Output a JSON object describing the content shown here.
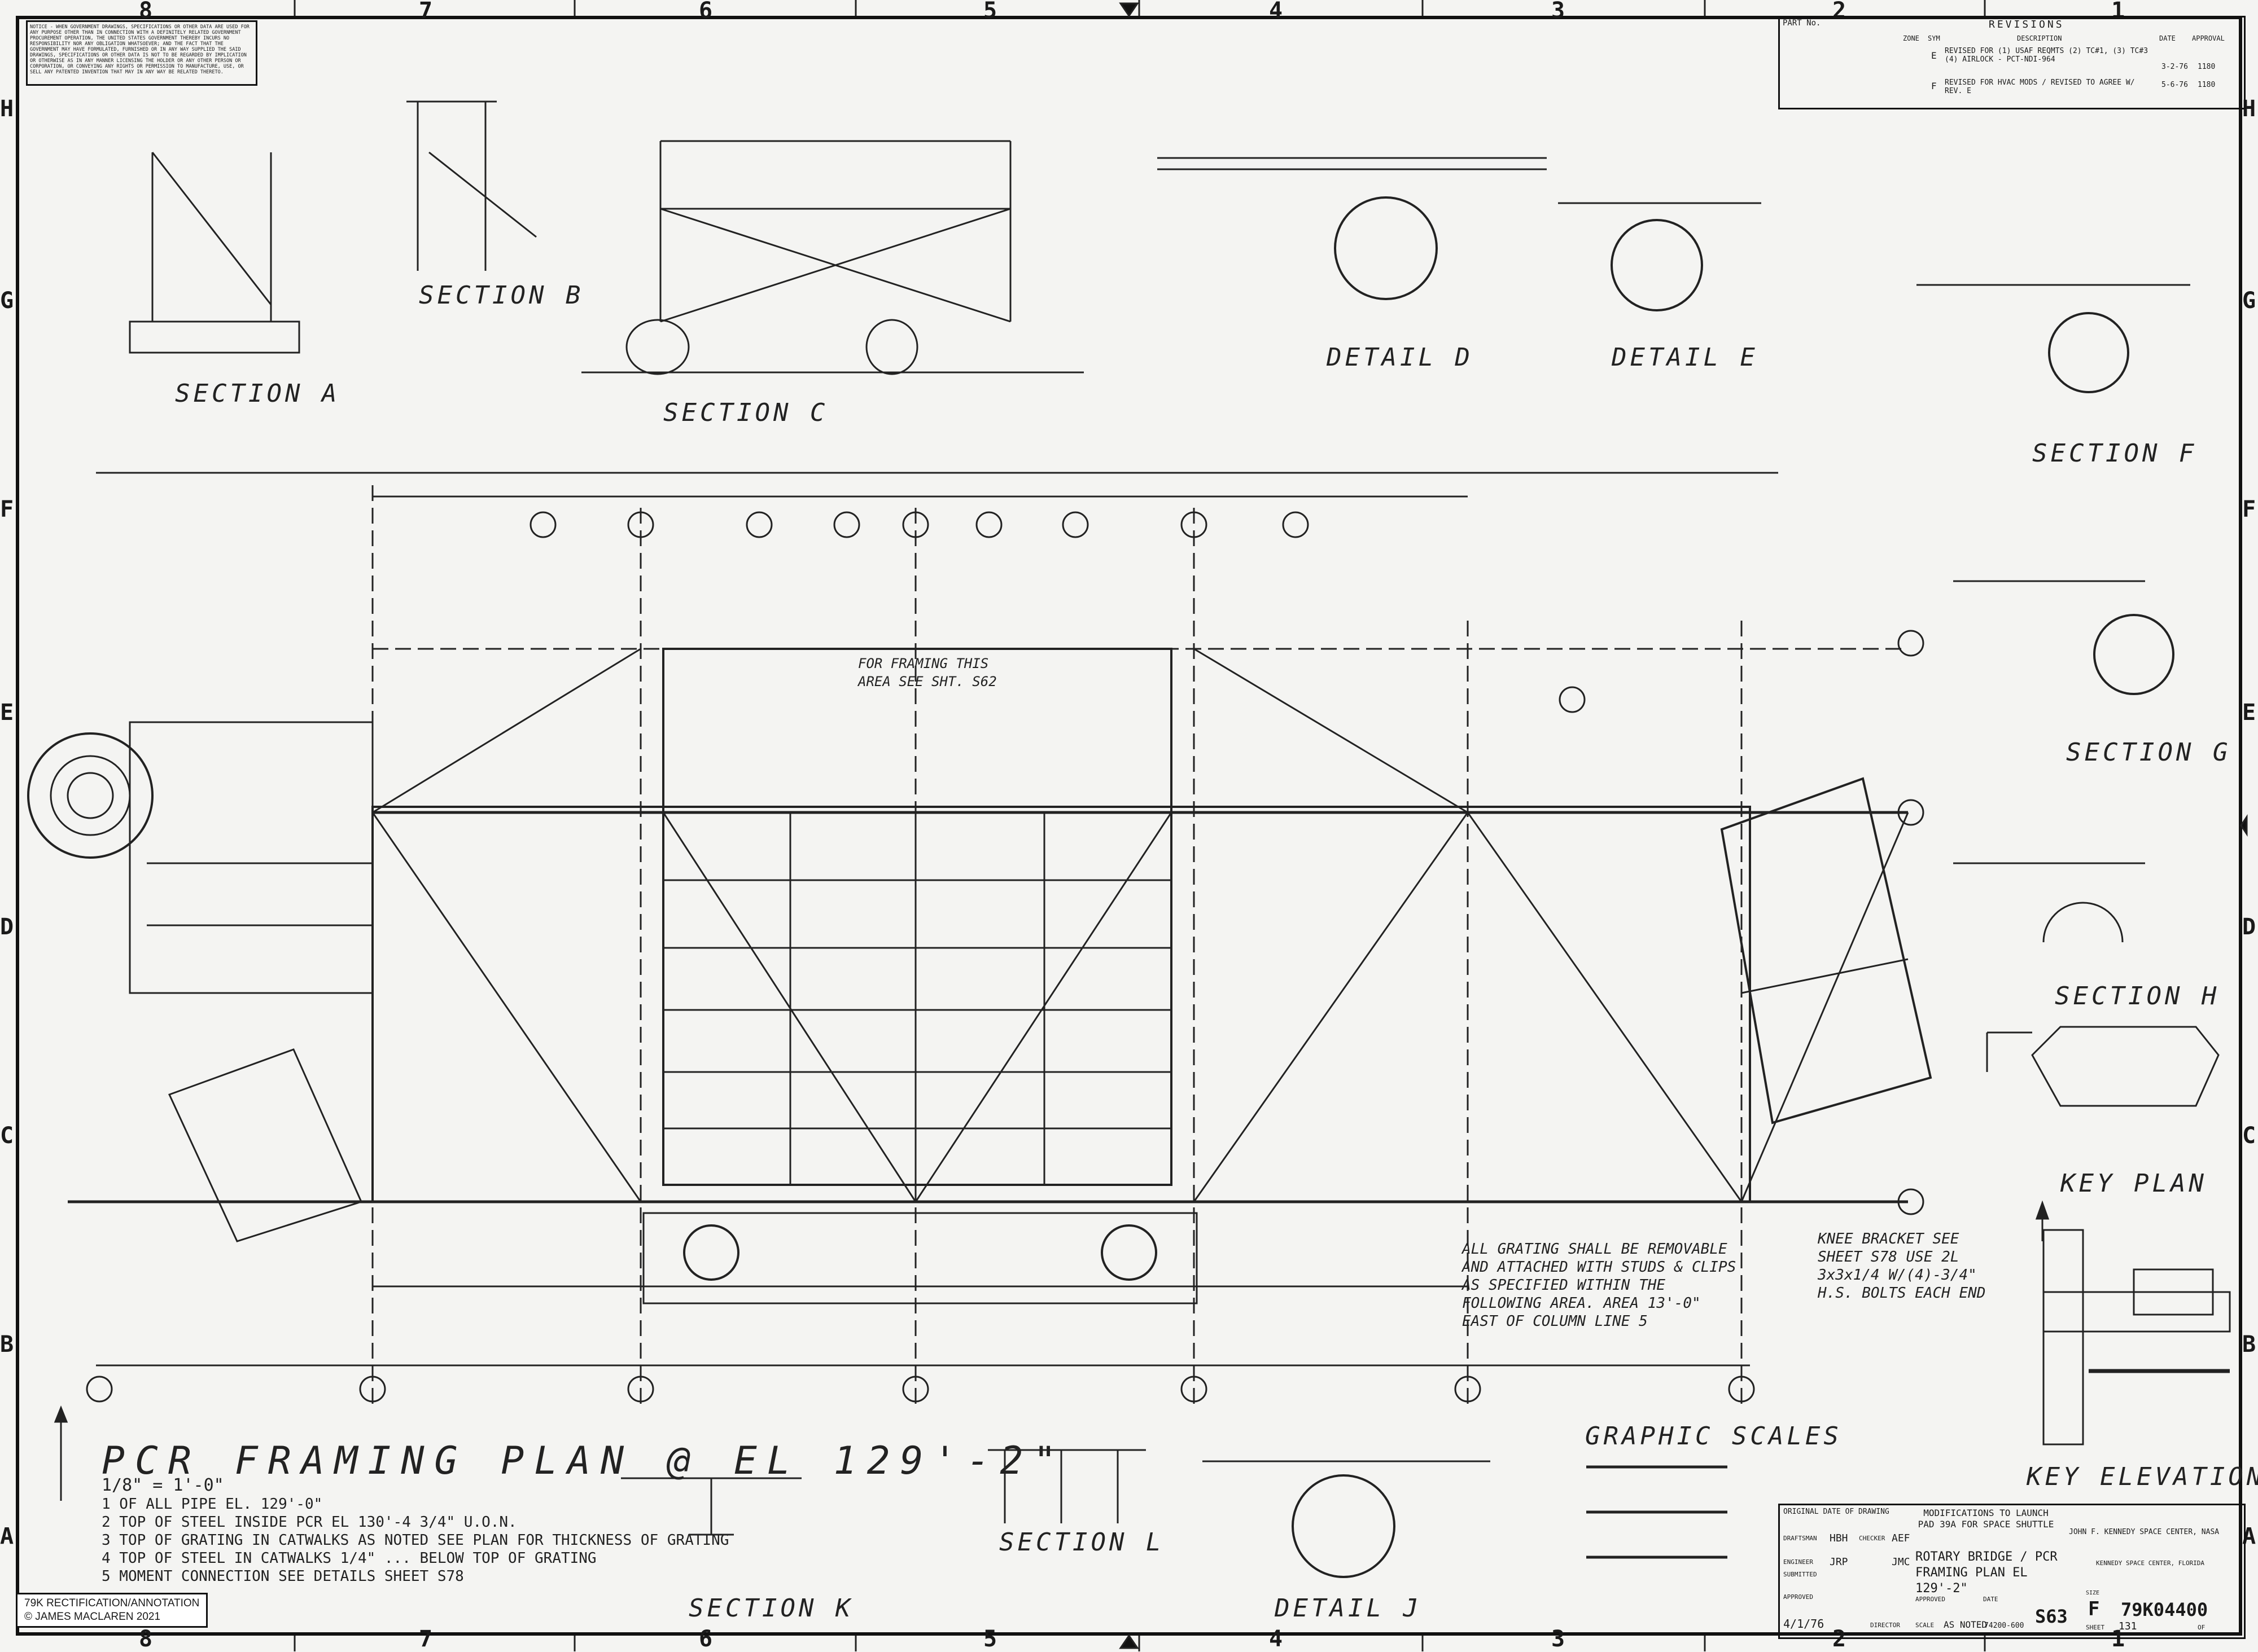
{
  "notice": "NOTICE - WHEN GOVERNMENT DRAWINGS, SPECIFICATIONS OR OTHER DATA ARE USED FOR ANY PURPOSE OTHER THAN IN CONNECTION WITH A DEFINITELY RELATED GOVERNMENT PROCUREMENT OPERATION, THE UNITED STATES GOVERNMENT THEREBY INCURS NO RESPONSIBILITY NOR ANY OBLIGATION WHATSOEVER; AND THE FACT THAT THE GOVERNMENT MAY HAVE FORMULATED, FURNISHED OR IN ANY WAY SUPPLIED THE SAID DRAWINGS, SPECIFICATIONS OR OTHER DATA IS NOT TO BE REGARDED BY IMPLICATION OR OTHERWISE AS IN ANY MANNER LICENSING THE HOLDER OR ANY OTHER PERSON OR CORPORATION, OR CONVEYING ANY RIGHTS OR PERMISSION TO MANUFACTURE, USE, OR SELL ANY PATENTED INVENTION THAT MAY IN ANY WAY BE RELATED THERETO.",
  "zones_top": [
    "8",
    "7",
    "6",
    "5",
    "4",
    "3",
    "2",
    "1"
  ],
  "zones_side": [
    "H",
    "G",
    "F",
    "E",
    "D",
    "C",
    "B",
    "A"
  ],
  "plan_title": "PCR FRAMING PLAN @ EL 129'-2\"",
  "plan_scale": "1/8\" = 1'-0\"",
  "section_labels": {
    "a": "SECTION A",
    "b": "SECTION B",
    "c": "SECTION C",
    "f": "SECTION F",
    "g": "SECTION G",
    "h": "SECTION H",
    "k": "SECTION K",
    "l": "SECTION L",
    "d": "DETAIL D",
    "e": "DETAIL E",
    "j": "DETAIL J"
  },
  "key_plan": "KEY PLAN",
  "key_elevation": "KEY ELEVATION",
  "graphic_scales": "GRAPHIC SCALES",
  "framing_note": "FOR FRAMING THIS AREA SEE SHT. S62",
  "grating_note": "ALL GRATING SHALL BE REMOVABLE AND ATTACHED WITH STUDS & CLIPS AS SPECIFIED WITHIN THE FOLLOWING AREA. AREA 13'-0\" EAST OF COLUMN LINE 5",
  "knee_note": "KNEE BRACKET SEE SHEET S78 USE 2L 3x3x1/4 W/(4)-3/4\" H.S. BOLTS EACH END",
  "general_notes": [
    "1 OF ALL PIPE EL. 129'-0\"",
    "2 TOP OF STEEL INSIDE PCR EL 130'-4 3/4\" U.O.N.",
    "3 TOP OF GRATING IN CATWALKS AS NOTED SEE PLAN FOR THICKNESS OF GRATING",
    "4 TOP OF STEEL IN CATWALKS 1/4\" ... BELOW TOP OF GRATING",
    "5 MOMENT CONNECTION SEE DETAILS SHEET S78"
  ],
  "revisions": {
    "header": "REVISIONS",
    "cols": [
      "PART No.",
      "ZONE",
      "SYM",
      "DESCRIPTION",
      "DATE",
      "APPROVAL"
    ],
    "rows": [
      {
        "sym": "E",
        "desc": "REVISED FOR (1) USAF REQMTS (2) TC#1, (3) TC#3 (4) AIRLOCK - PCT-NDI-964",
        "date": "3-2-76",
        "appr": "1180"
      },
      {
        "sym": "F",
        "desc": "REVISED FOR HVAC MODS / REVISED TO AGREE W/ REV. E",
        "date": "5-6-76",
        "appr": "1180"
      }
    ]
  },
  "title_block": {
    "original_date": "ORIGINAL DATE OF DRAWING",
    "draftsman": "DRAFTSMAN",
    "draftsman_val": "HBH",
    "checker": "CHECKER",
    "checker_val": "AEF",
    "engineer": "ENGINEER",
    "engineer_val": "JRP",
    "engineer2_val": "JMC",
    "submitted": "SUBMITTED",
    "approved": "APPROVED",
    "director": "DIRECTOR",
    "date": "DATE",
    "date_val": "4/1/76",
    "modification": "MODIFICATIONS TO LAUNCH PAD 39A FOR SPACE SHUTTLE",
    "drawing_title": "ROTARY BRIDGE / PCR FRAMING PLAN EL 129'-2\"",
    "org": "JOHN F. KENNEDY SPACE CENTER, NASA",
    "location": "KENNEDY SPACE CENTER, FLORIDA",
    "sheet_code": "S63",
    "size_label": "SIZE",
    "size": "F",
    "dwg_no": "79K04400",
    "scale": "AS NOTED",
    "scale_label": "SCALE",
    "sheet_label": "SHEET",
    "sheet": "131",
    "of_label": "OF",
    "job": "74200-600"
  },
  "copyright_1": "79K RECTIFICATION/ANNOTATION",
  "copyright_2": "© JAMES MACLAREN 2021"
}
